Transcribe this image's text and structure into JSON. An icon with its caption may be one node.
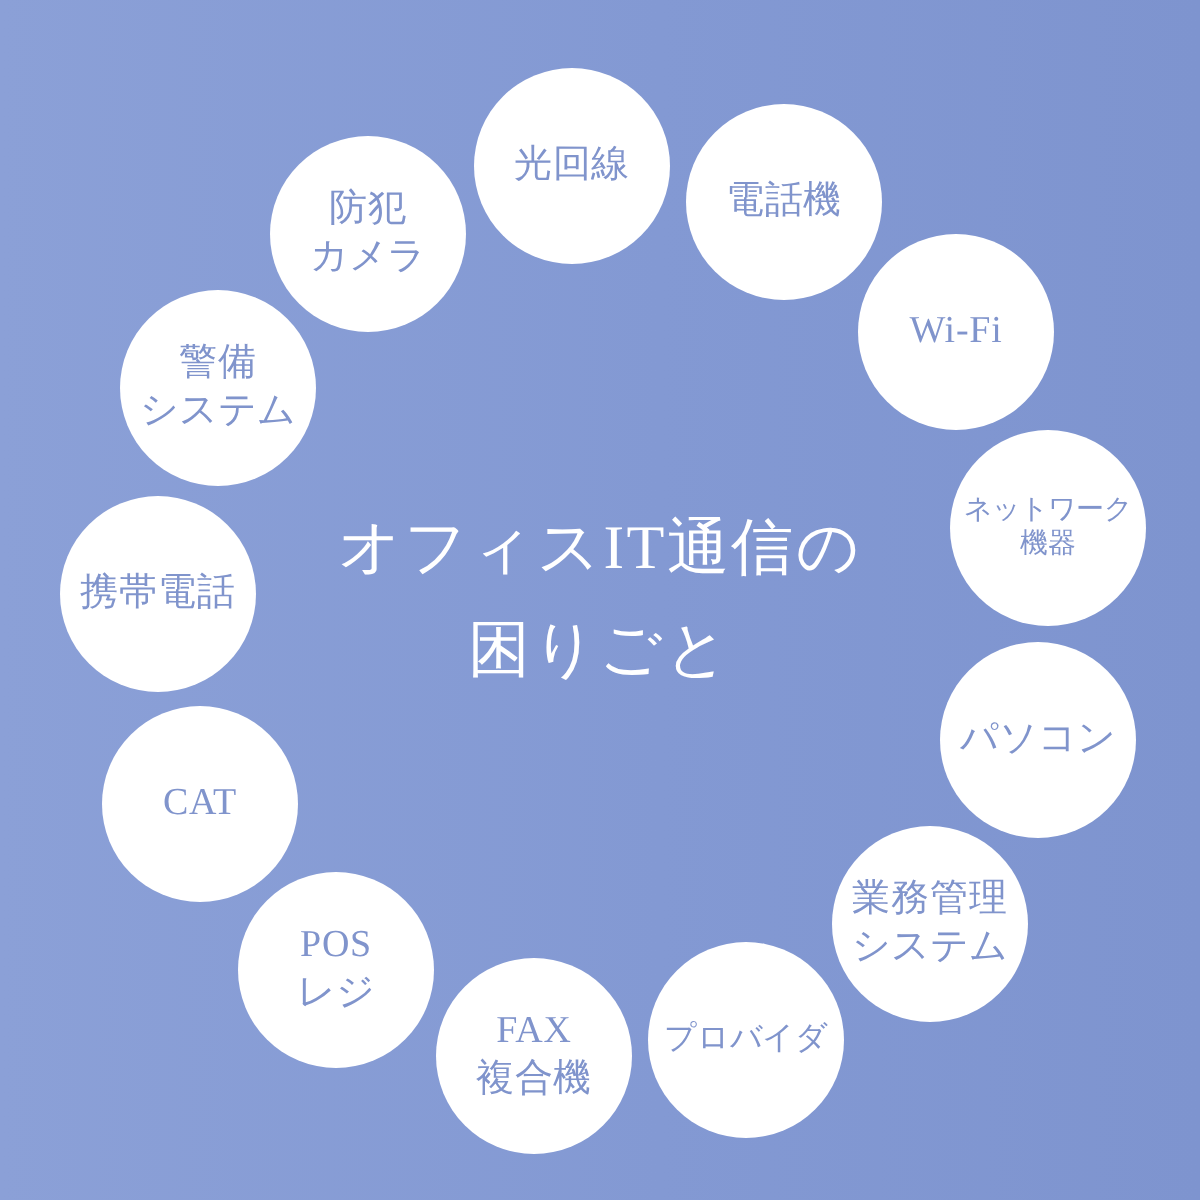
{
  "diagram": {
    "title": "オフィスIT通信の困りごと",
    "nodes": [
      {
        "text": [
          "光回線"
        ]
      },
      {
        "text": [
          "電話機"
        ]
      },
      {
        "text": [
          "Wi-Fi"
        ]
      },
      {
        "text": [
          "ネットワーク機器"
        ]
      },
      {
        "text": [
          "パソコン"
        ]
      },
      {
        "text": [
          "業務管理システム"
        ]
      },
      {
        "text": [
          "プロバイダ"
        ]
      },
      {
        "text": [
          "FAX複合機"
        ]
      },
      {
        "text": [
          "POSレジ"
        ]
      },
      {
        "text": [
          "CAT"
        ]
      },
      {
        "text": [
          "携帯電話"
        ]
      },
      {
        "text": [
          "警備システム"
        ]
      },
      {
        "text": [
          "防犯カメラ"
        ]
      }
    ]
  }
}
